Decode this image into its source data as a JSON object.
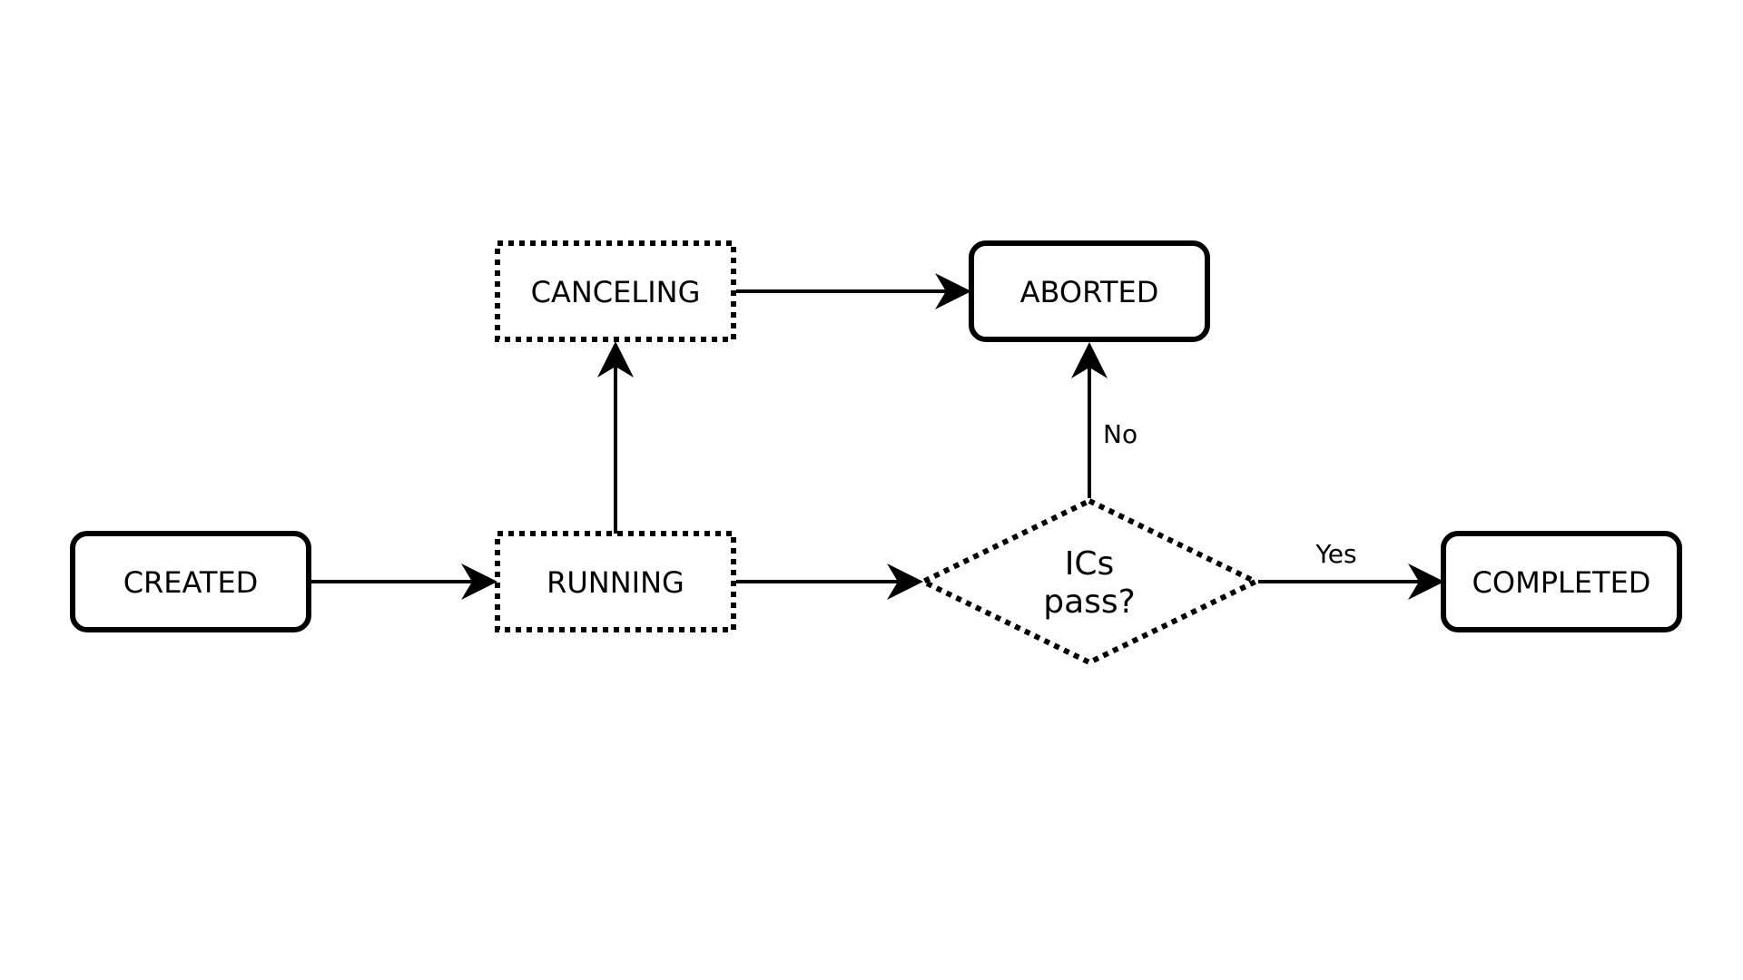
{
  "diagram": {
    "nodes": {
      "created": {
        "label": "CREATED",
        "style": "solid-rounded"
      },
      "running": {
        "label": "RUNNING",
        "style": "dotted"
      },
      "canceling": {
        "label": "CANCELING",
        "style": "dotted"
      },
      "aborted": {
        "label": "ABORTED",
        "style": "solid-rounded"
      },
      "decision": {
        "line1": "ICs",
        "line2": "pass?",
        "style": "dotted-diamond"
      },
      "completed": {
        "label": "COMPLETED",
        "style": "solid-rounded"
      }
    },
    "edges": {
      "decision_to_aborted": {
        "from": "decision",
        "to": "aborted",
        "label": "No"
      },
      "decision_to_completed": {
        "from": "decision",
        "to": "completed",
        "label": "Yes"
      },
      "created_to_running": {
        "from": "created",
        "to": "running"
      },
      "running_to_canceling": {
        "from": "running",
        "to": "canceling"
      },
      "running_to_decision": {
        "from": "running",
        "to": "decision"
      },
      "canceling_to_aborted": {
        "from": "canceling",
        "to": "aborted"
      }
    },
    "colors": {
      "stroke": "#000000",
      "background": "#ffffff"
    }
  }
}
